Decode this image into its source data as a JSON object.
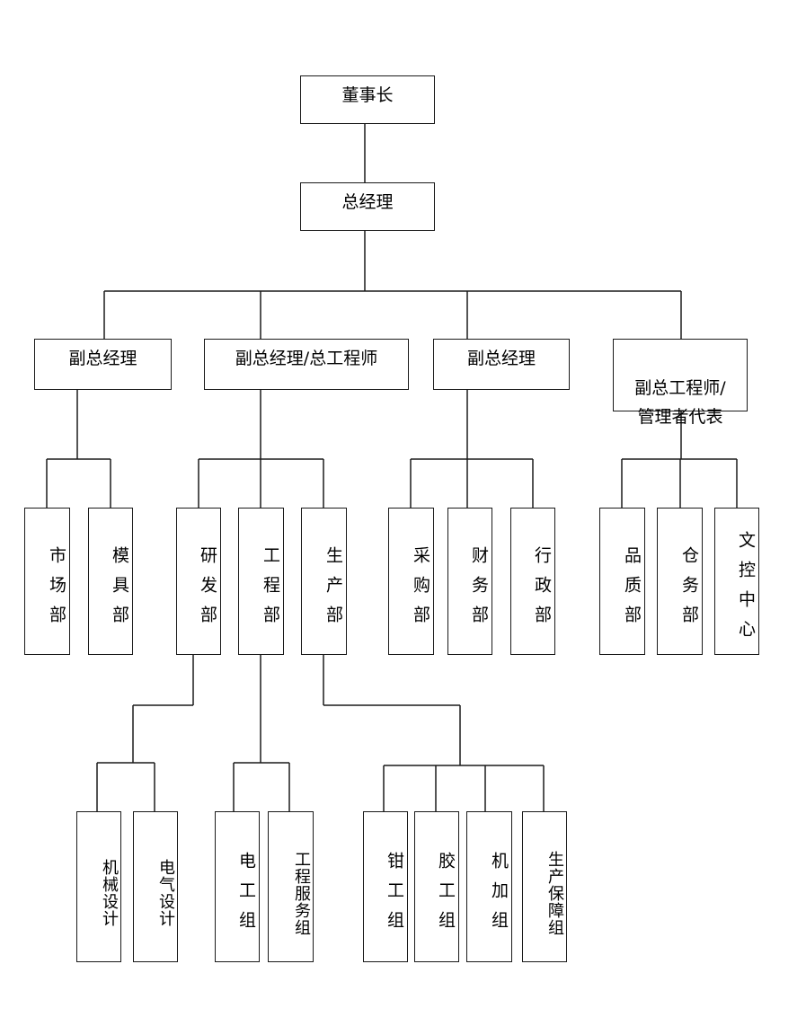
{
  "chairman": "董事长",
  "gm": "总经理",
  "vp1": "副总经理",
  "vp2": "副总经理/总工程师",
  "vp3": "副总经理",
  "vp4": "副总工程师/\n管理者代表",
  "depts": {
    "market": "市场部",
    "mold": "模具部",
    "rnd": "研发部",
    "eng": "工程部",
    "prod": "生产部",
    "purchase": "采购部",
    "finance": "财务部",
    "admin": "行政部",
    "quality": "品质部",
    "warehouse": "仓务部",
    "doc": "文控中心"
  },
  "groups": {
    "mech": "机械设计",
    "elec": "电气设计",
    "electrician": "电工组",
    "engservice": "工程服务组",
    "fitter": "钳工组",
    "glue": "胶工组",
    "machining": "机加组",
    "prodsupport": "生产保障组"
  }
}
